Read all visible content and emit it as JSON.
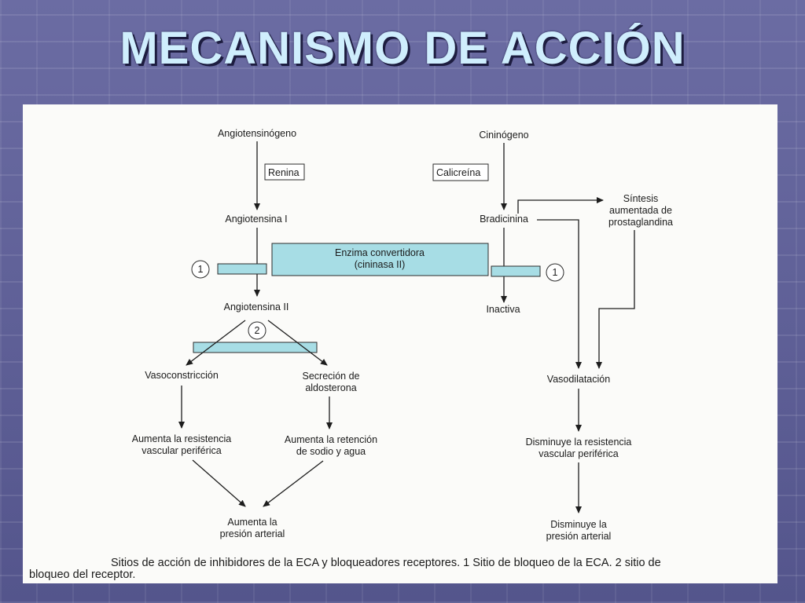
{
  "slide": {
    "title": "MECANISMO DE ACCIÓN"
  },
  "diagram": {
    "left": {
      "angiotensinogeno": "Angiotensinógeno",
      "renina": "Renina",
      "angiotensina_i": "Angiotensina I",
      "angiotensina_ii": "Angiotensina II",
      "vasoconstriccion": "Vasoconstricción",
      "secrecion_1": "Secreción de",
      "secrecion_2": "aldosterona",
      "resistencia_1": "Aumenta la resistencia",
      "resistencia_2": "vascular periférica",
      "retencion_1": "Aumenta la retención",
      "retencion_2": "de sodio y agua",
      "presion_1": "Aumenta la",
      "presion_2": "presión arterial"
    },
    "center": {
      "enzima_1": "Enzima convertidora",
      "enzima_2": "(cininasa II)",
      "marker_1_left": "1",
      "marker_1_right": "1",
      "marker_2": "2"
    },
    "right": {
      "cininogeno": "Cininógeno",
      "calicreina": "Calicreína",
      "bradicinina": "Bradicinina",
      "inactiva": "Inactiva",
      "sintesis_1": "Síntesis",
      "sintesis_2": "aumentada de",
      "sintesis_3": "prostaglandina",
      "vasodilatacion": "Vasodilatación",
      "disminuye_res_1": "Disminuye la resistencia",
      "disminuye_res_2": "vascular periférica",
      "disminuye_pres_1": "Disminuye la",
      "disminuye_pres_2": "presión arterial"
    },
    "caption_line1": "Sitios de acción de inhibidores de la ECA y bloqueadores receptores. 1 Sitio de bloqueo de la ECA. 2 sitio de",
    "caption_line2": "bloqueo del receptor."
  }
}
